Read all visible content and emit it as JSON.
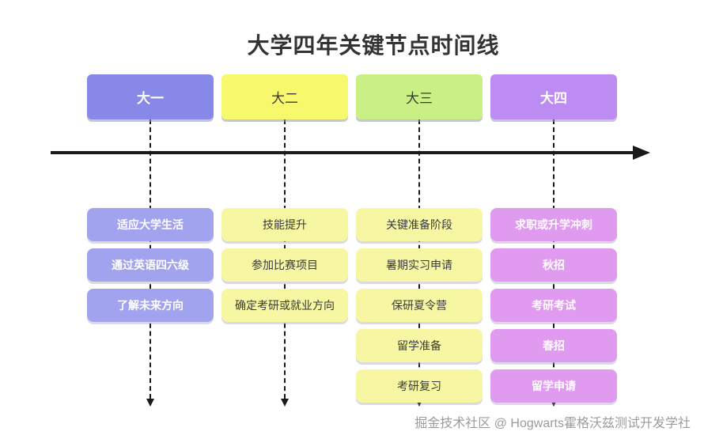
{
  "title": "大学四年关键节点时间线",
  "footer": "掘金技术社区 @ Hogwarts霍格沃兹测试开发学社",
  "colors": {
    "year1_header": "#8888e9",
    "year1_card": "#a2a3ee",
    "year2_header": "#f8f86c",
    "year2_card": "#f7f7a3",
    "year3_header": "#c9ef85",
    "year3_card": "#f7f7a3",
    "year4_header": "#bd8cf2",
    "year4_card": "#e09bf0",
    "timeline": "#1a1a1a",
    "footer_text": "#9b9b9b"
  },
  "columns": [
    {
      "label": "大一",
      "items": [
        "适应大学生活",
        "通过英语四六级",
        "了解未来方向"
      ]
    },
    {
      "label": "大二",
      "items": [
        "技能提升",
        "参加比赛项目",
        "确定考研或就业方向"
      ]
    },
    {
      "label": "大三",
      "items": [
        "关键准备阶段",
        "暑期实习申请",
        "保研夏令营",
        "留学准备",
        "考研复习"
      ]
    },
    {
      "label": "大四",
      "items": [
        "求职或升学冲刺",
        "秋招",
        "考研考试",
        "春招",
        "留学申请"
      ]
    }
  ]
}
